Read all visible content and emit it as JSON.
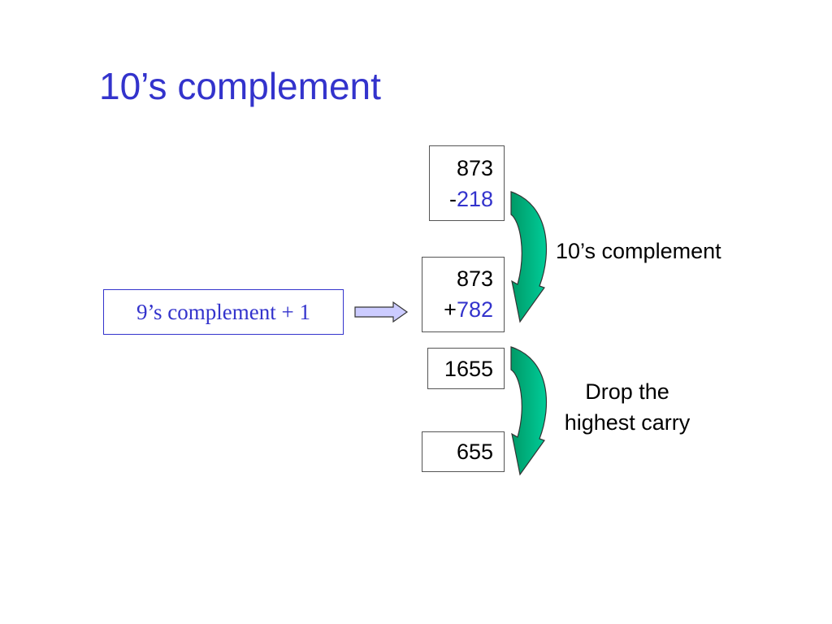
{
  "title": "10’s complement",
  "subtraction": {
    "minuend": "873",
    "sign": "-",
    "subtrahend": "218"
  },
  "addition": {
    "augend": "873",
    "sign": "+",
    "complement": "782"
  },
  "sum_with_carry": "1655",
  "result": "655",
  "labels": {
    "tens_complement": "10’s complement",
    "drop_line1": "Drop the",
    "drop_line2": "highest carry",
    "nines_plus_one": "9’s complement + 1"
  },
  "icons": {
    "curved_arrow": "curved-arrow-icon",
    "block_arrow": "right-block-arrow-icon"
  },
  "colors": {
    "accent": "#3333cc",
    "arrow_fill": "#00cc99",
    "arrow_shade": "#009966",
    "block_arrow_fill": "#ccccff"
  }
}
